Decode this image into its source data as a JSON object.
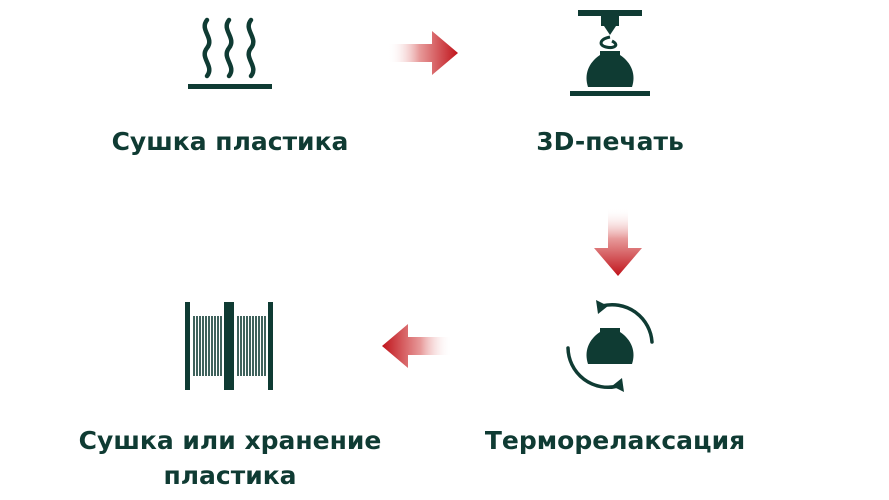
{
  "steps": {
    "drying": {
      "label": "Сушка пластика",
      "icon": "steam-heat-icon"
    },
    "printing": {
      "label": "3D-печать",
      "icon": "3d-printer-icon"
    },
    "relaxation": {
      "label": "Терморелаксация",
      "icon": "thermo-relaxation-cycle-icon"
    },
    "storage": {
      "label_line1": "Сушка или хранение",
      "label_line2": "пластика",
      "icon": "filament-spools-icon"
    }
  },
  "colors": {
    "icon": "#0f3b33",
    "arrow": "#c0141b",
    "arrow_fade": "#f2c6c6"
  }
}
